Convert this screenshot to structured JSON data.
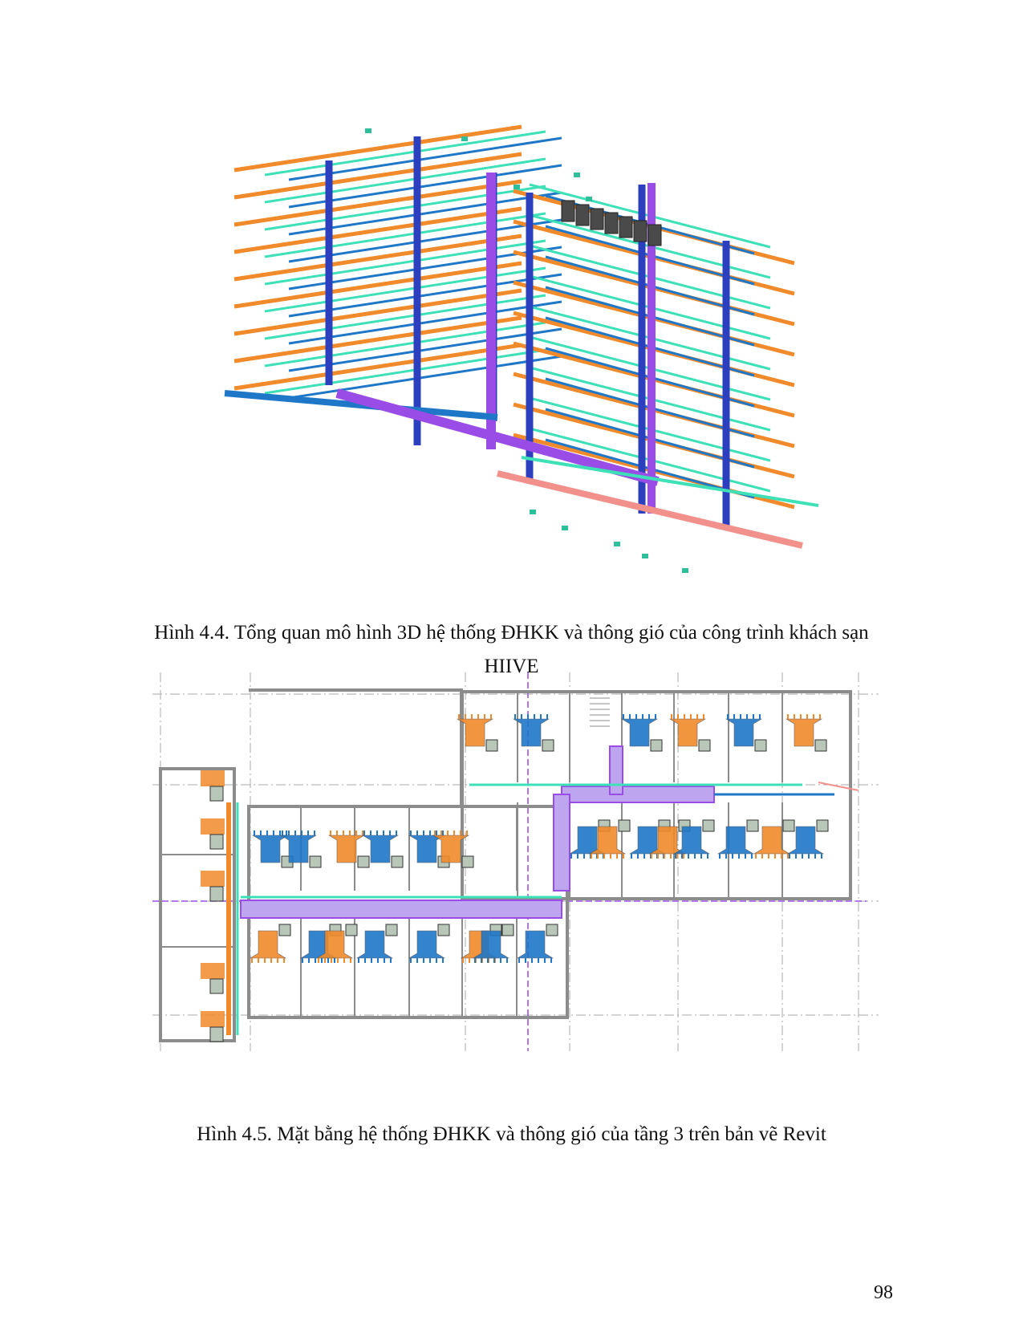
{
  "figure1": {
    "caption_line1": "Hình 4.4. Tổng quan mô hình 3D hệ thống ĐHKK và thông gió của công trình khách sạn",
    "caption_line2": "HIIVE"
  },
  "figure2": {
    "caption": "Hình 4.5. Mặt bằng hệ thống ĐHKK và thông gió của tầng 3 trên bản vẽ Revit"
  },
  "page_number": "98",
  "colors": {
    "orange_duct": "#f08a2b",
    "blue_duct": "#1f77c8",
    "cyan_pipe": "#3ee0b8",
    "purple_duct": "#9a4de6",
    "navy_riser": "#2b3fbf",
    "pink_pipe": "#f2908c",
    "wall": "#8c8c8c"
  }
}
